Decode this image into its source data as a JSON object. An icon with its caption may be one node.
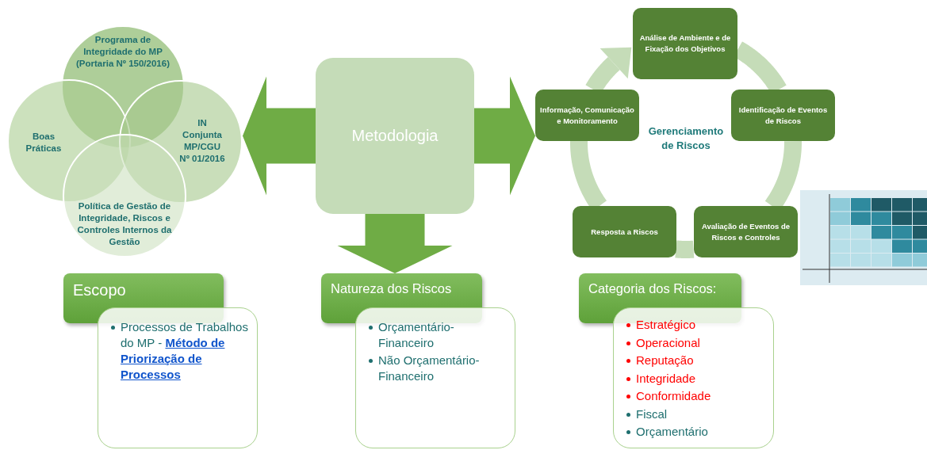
{
  "diagram": {
    "nodes": [
      {
        "text": [
          "Programa de Integridade do MP (Portaria Nº 150/2016)"
        ]
      },
      {
        "text": [
          "Boas Práticas"
        ]
      },
      {
        "text": [
          "IN Conjunta MP/CGU Nº 01/2016"
        ]
      },
      {
        "text": [
          "Política de Gestão de Integridade, Riscos e Controles Internos da Gestão"
        ]
      },
      {
        "text": [
          "Metodologia"
        ]
      },
      {
        "text": [
          "Análise de Ambiente e de Fixação dos Objetivos"
        ]
      },
      {
        "text": [
          "Identificação de Eventos de Riscos"
        ]
      },
      {
        "text": [
          "Avaliação de Eventos de Riscos e Controles"
        ]
      },
      {
        "text": [
          "Resposta a Riscos"
        ]
      },
      {
        "text": [
          "Informação, Comunicação e Monitoramento"
        ]
      },
      {
        "text": [
          "Escopo"
        ]
      },
      {
        "text": [
          "Processos de Trabalhos do MP - **Método de Priorização de Processos**"
        ]
      },
      {
        "text": [
          "Natureza dos Riscos"
        ]
      },
      {
        "text": [
          "Orçamentário-Financeiro",
          "Não Orçamentário-Financeiro"
        ]
      },
      {
        "text": [
          "Categoria dos Riscos:"
        ]
      },
      {
        "text": [
          "Estratégico",
          "Operacional",
          "Reputação",
          "Integridade",
          "Conformidade",
          "Fiscal",
          "Orçamentário"
        ]
      }
    ],
    "edges": [
      {
        "from": 4,
        "to": 2,
        "arrow": "to",
        "style": "thick",
        "color": "#6fac45"
      },
      {
        "from": 4,
        "to": 9,
        "arrow": "to",
        "style": "thick",
        "color": "#6fac45"
      },
      {
        "from": 4,
        "to": 12,
        "arrow": "to",
        "style": "thick",
        "color": "#6fac45"
      },
      {
        "from": 9,
        "to": 5,
        "arrow": "to"
      },
      {
        "from": 5,
        "to": 6,
        "arrow": "none"
      },
      {
        "from": 6,
        "to": 7,
        "arrow": "none"
      },
      {
        "from": 7,
        "to": 8,
        "arrow": "none"
      },
      {
        "from": 8,
        "to": 9,
        "arrow": "none"
      }
    ],
    "labels": [
      "Gerenciamento de Riscos"
    ]
  }
}
